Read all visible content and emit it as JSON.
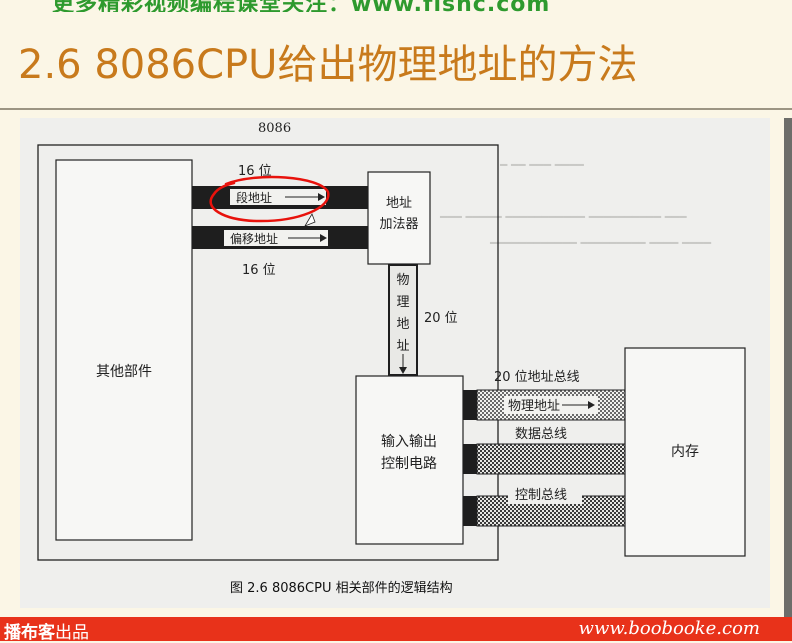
{
  "banner": {
    "text": "更多精彩视频编程课堂关注：www.fishc.com"
  },
  "slide": {
    "title": "2.6 8086CPU给出物理地址的方法"
  },
  "figure": {
    "cpu_label": "8086",
    "other_parts": "其他部件",
    "adder_line1": "地址",
    "adder_line2": "加法器",
    "width_top": "16 位",
    "width_bottom": "16 位",
    "segment_address": "段地址",
    "offset_address": "偏移地址",
    "physical_vertical": [
      "物",
      "理",
      "地",
      "址"
    ],
    "width_20": "20 位",
    "io_line1": "输入输出",
    "io_line2": "控制电路",
    "addr_bus_label": "20 位地址总线",
    "physical_address": "物理地址",
    "data_bus": "数据总线",
    "control_bus": "控制总线",
    "memory": "内存",
    "caption": "图 2.6    8086CPU 相关部件的逻辑结构",
    "annotation_color": "#e8120c"
  },
  "footer": {
    "brand_main": "播布客",
    "brand_suffix": "出品",
    "site": "www.boobooke.com"
  }
}
